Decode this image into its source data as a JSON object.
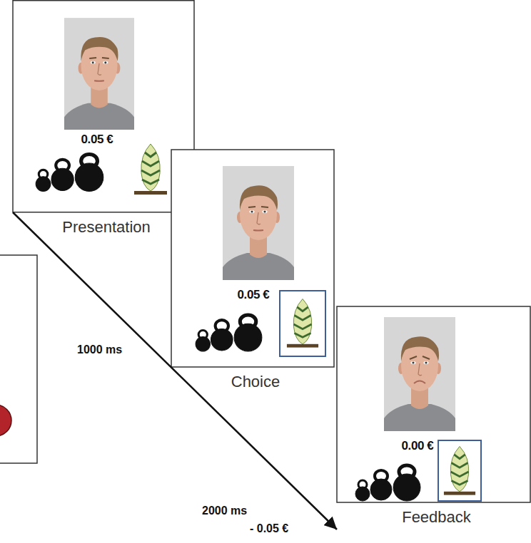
{
  "diagram": {
    "nodes": [
      {
        "text": [
          "0.05 €",
          "Presentation"
        ]
      },
      {
        "text": [
          "0.05 €",
          "Choice"
        ]
      },
      {
        "text": [
          "0.00 €",
          "Feedback"
        ]
      }
    ],
    "edges": [
      {
        "from": 0,
        "to": 2,
        "arrow": "to"
      }
    ],
    "labels": [
      "1000 ms",
      "2000 ms",
      "- 0.05 €"
    ]
  }
}
